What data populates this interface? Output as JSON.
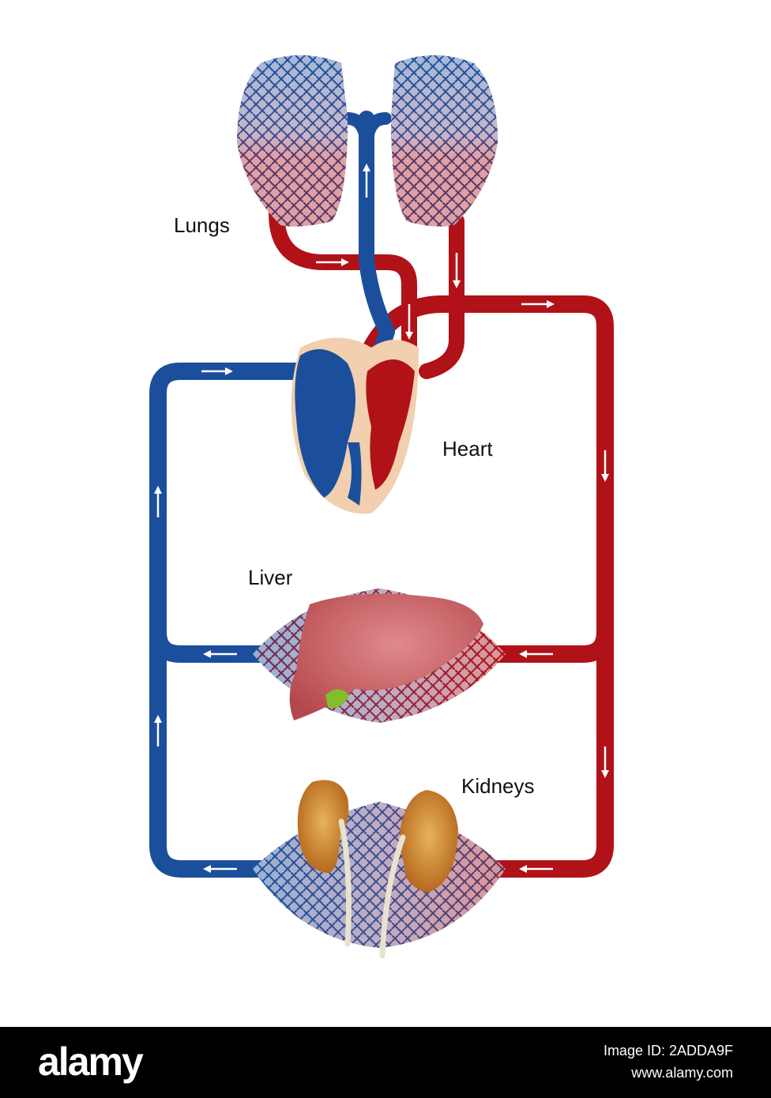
{
  "labels": {
    "lungs": "Lungs",
    "heart": "Heart",
    "liver": "Liver",
    "kidneys": "Kidneys"
  },
  "footer": {
    "brand": "alamy",
    "image_id": "Image ID: 2ADDA9F",
    "site": "www.alamy.com"
  },
  "colors": {
    "oxygenated": "#b01218",
    "deoxygenated": "#1b4f9c",
    "heart_tissue": "#f2cfae",
    "liver": "#c25a5e",
    "kidney": "#c8781e",
    "gallbladder": "#7fbf2a",
    "ureter": "#e8e2cf"
  }
}
